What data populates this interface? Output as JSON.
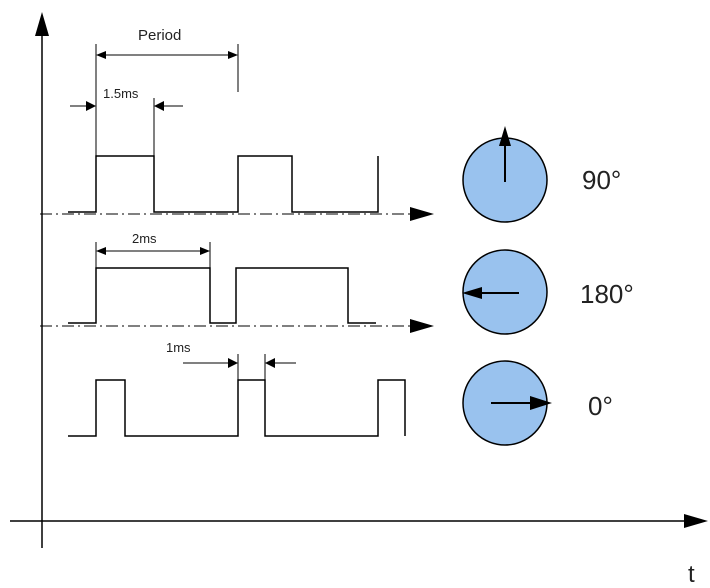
{
  "labels": {
    "period": "Period",
    "w15": "1.5ms",
    "w2": "2ms",
    "w1": "1ms",
    "axis_t": "t"
  },
  "angles": {
    "a90": "90°",
    "a180": "180°",
    "a0": "0°"
  },
  "colors": {
    "dial_fill": "#99c2ee",
    "line": "#000000"
  }
}
